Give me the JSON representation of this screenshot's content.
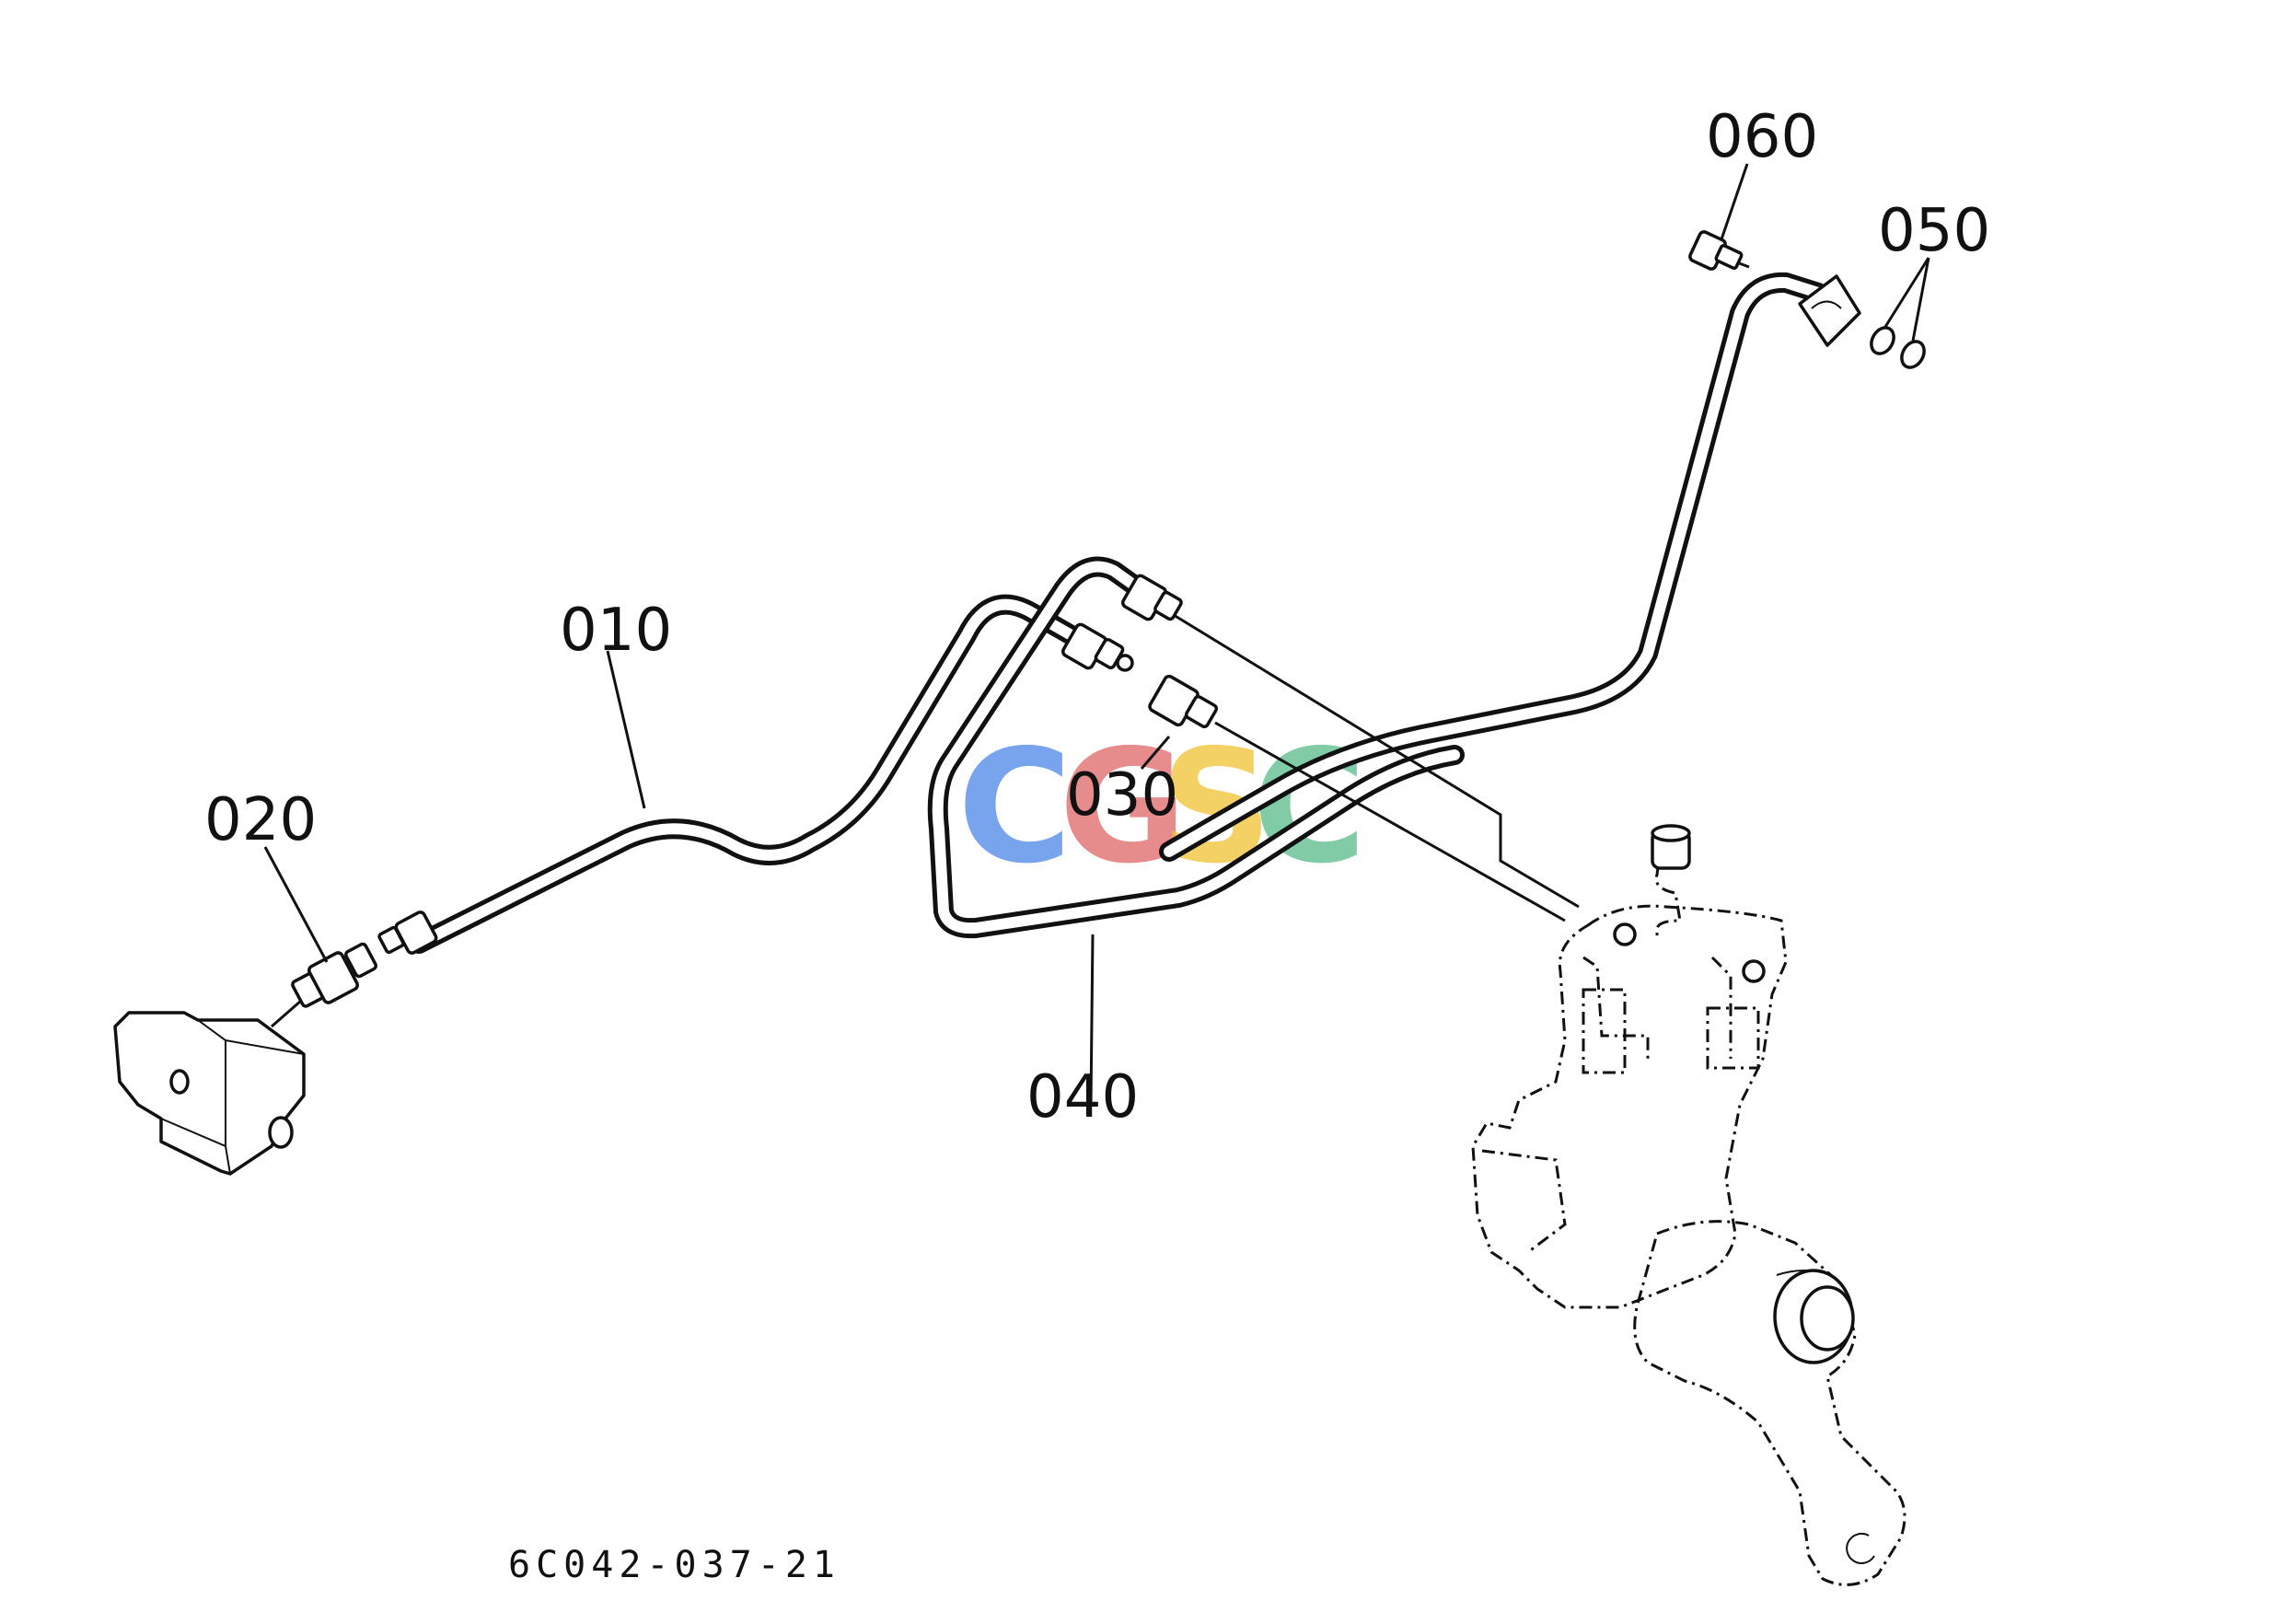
{
  "labels": {
    "p010": "010",
    "p020": "020",
    "p030": "030",
    "p040": "040",
    "p050": "050",
    "p060": "060"
  },
  "drawing_code": "6C042-037-21",
  "watermark": {
    "letters": [
      "C",
      "G",
      "S",
      "C"
    ],
    "colors": [
      "#4a86e8",
      "#e06666",
      "#f1c232",
      "#57bb8a"
    ]
  }
}
